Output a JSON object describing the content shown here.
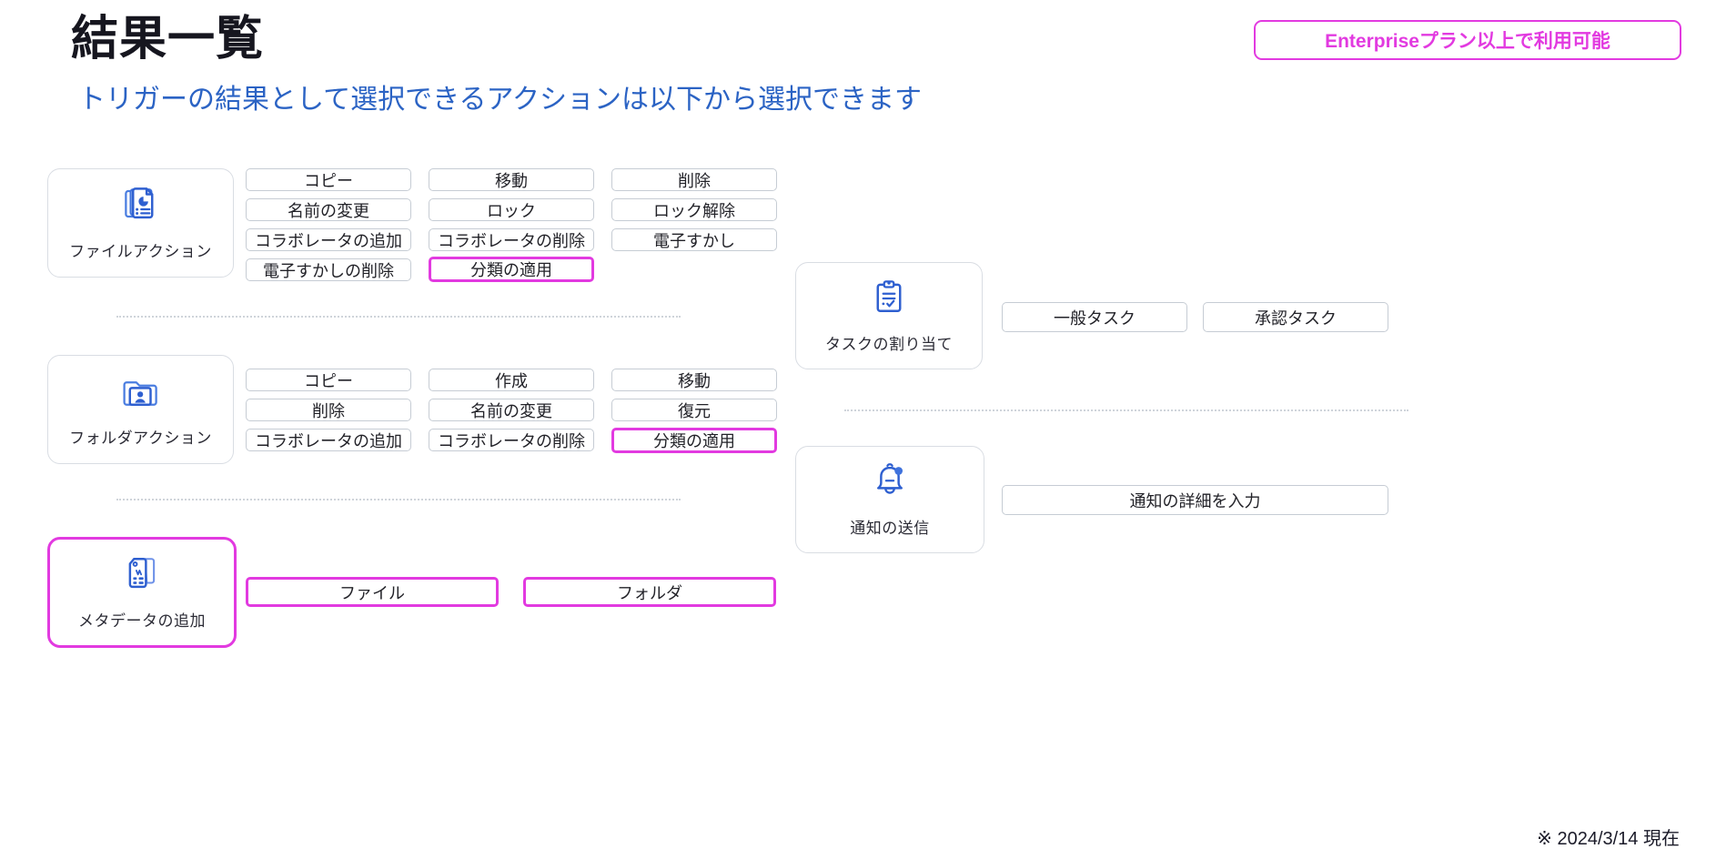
{
  "header": {
    "title": "結果一覧",
    "subtitle": "トリガーの結果として選択できるアクションは以下から選択できます",
    "plan_badge": "Enterpriseプラン以上で利用可能"
  },
  "groups": [
    {
      "id": "file-action",
      "label": "ファイルアクション",
      "icon": "file-stack-icon",
      "highlight": false,
      "chips": [
        {
          "label": "コピー",
          "highlight": false
        },
        {
          "label": "移動",
          "highlight": false
        },
        {
          "label": "削除",
          "highlight": false
        },
        {
          "label": "名前の変更",
          "highlight": false
        },
        {
          "label": "ロック",
          "highlight": false
        },
        {
          "label": "ロック解除",
          "highlight": false
        },
        {
          "label": "コラボレータの追加",
          "highlight": false
        },
        {
          "label": "コラボレータの削除",
          "highlight": false
        },
        {
          "label": "電子すかし",
          "highlight": false
        },
        {
          "label": "電子すかしの削除",
          "highlight": false
        },
        {
          "label": "分類の適用",
          "highlight": true
        }
      ]
    },
    {
      "id": "folder-action",
      "label": "フォルダアクション",
      "icon": "folder-user-icon",
      "highlight": false,
      "chips": [
        {
          "label": "コピー",
          "highlight": false
        },
        {
          "label": "作成",
          "highlight": false
        },
        {
          "label": "移動",
          "highlight": false
        },
        {
          "label": "削除",
          "highlight": false
        },
        {
          "label": "名前の変更",
          "highlight": false
        },
        {
          "label": "復元",
          "highlight": false
        },
        {
          "label": "コラボレータの追加",
          "highlight": false
        },
        {
          "label": "コラボレータの削除",
          "highlight": false
        },
        {
          "label": "分類の適用",
          "highlight": true
        }
      ]
    },
    {
      "id": "metadata-add",
      "label": "メタデータの追加",
      "icon": "tag-metadata-icon",
      "highlight": true,
      "chips": [
        {
          "label": "ファイル",
          "highlight": true
        },
        {
          "label": "フォルダ",
          "highlight": true
        }
      ]
    },
    {
      "id": "task-assign",
      "label": "タスクの割り当て",
      "icon": "clipboard-check-icon",
      "highlight": false,
      "chips": [
        {
          "label": "一般タスク",
          "highlight": false
        },
        {
          "label": "承認タスク",
          "highlight": false
        }
      ]
    },
    {
      "id": "send-notification",
      "label": "通知の送信",
      "icon": "bell-notification-icon",
      "highlight": false,
      "chips": [
        {
          "label": "通知の詳細を入力",
          "highlight": false
        }
      ]
    }
  ],
  "footer": {
    "note": "※ 2024/3/14  現在"
  },
  "colors": {
    "accent_magenta": "#e23ae0",
    "link_blue": "#2b63c4",
    "icon_blue": "#2e5fd0",
    "chip_border": "#c6ccd4",
    "card_border": "#d9dde3"
  }
}
